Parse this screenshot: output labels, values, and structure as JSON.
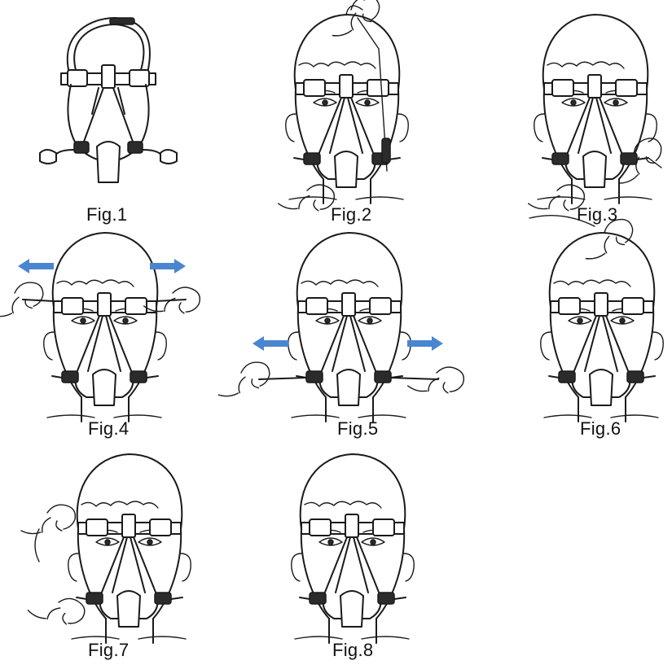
{
  "figures": [
    {
      "id": "fig1",
      "caption": "Fig.1"
    },
    {
      "id": "fig2",
      "caption": "Fig.2"
    },
    {
      "id": "fig3",
      "caption": "Fig.3"
    },
    {
      "id": "fig4",
      "caption": "Fig.4"
    },
    {
      "id": "fig5",
      "caption": "Fig.5"
    },
    {
      "id": "fig6",
      "caption": "Fig.6"
    },
    {
      "id": "fig7",
      "caption": "Fig.7"
    },
    {
      "id": "fig8",
      "caption": "Fig.8"
    }
  ],
  "colors": {
    "arrow": "#4a86d0",
    "line": "#1a1a1a",
    "background": "#ffffff"
  },
  "icons": [
    "arrow-left-icon",
    "arrow-right-icon"
  ]
}
